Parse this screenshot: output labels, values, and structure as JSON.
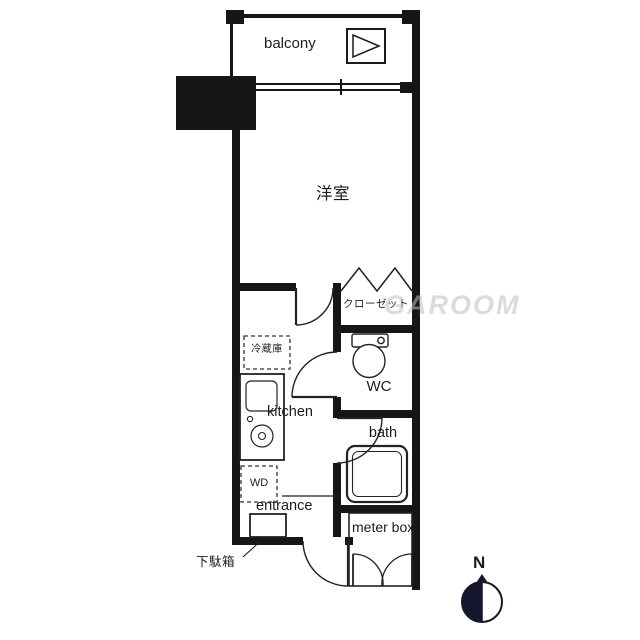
{
  "colors": {
    "wall": "#161616",
    "line": "#222222",
    "watermark": "#bfbfbf",
    "compass": "#15152e"
  },
  "labels": {
    "balcony": "balcony",
    "main_room": "洋室",
    "closet": "クローゼット",
    "refrigerator": "冷蔵庫",
    "kitchen": "kitchen",
    "wc": "WC",
    "bath": "bath",
    "washer_dryer": "WD",
    "entrance": "entrance",
    "meter_box": "meter box",
    "shoe_cabinet": "下駄箱",
    "compass_north": "N",
    "watermark": "GAROOM"
  }
}
